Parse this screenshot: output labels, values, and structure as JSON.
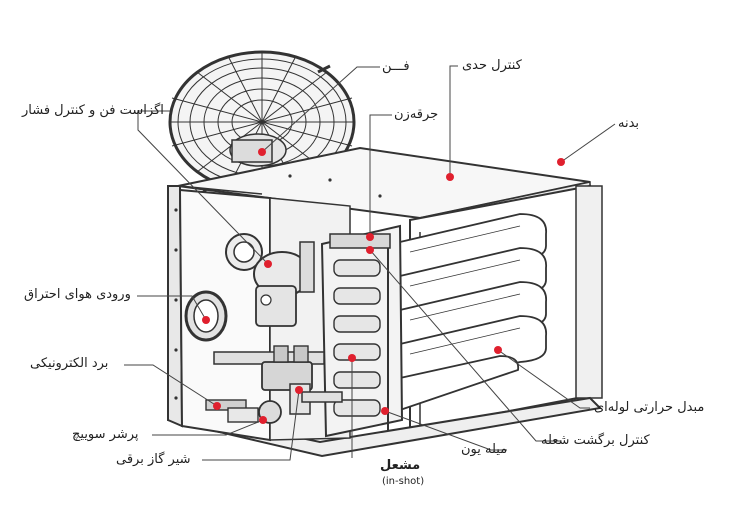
{
  "accent_color": "#e0202e",
  "line_color": "#444444",
  "labels": {
    "fan": "فـــن",
    "limit_control": "کنترل حدی",
    "fan_pressure_control": "اگزاست فن و کنترل فشار",
    "igniter": "جرقه‌زن",
    "body": "بدنه",
    "combustion_air_inlet": "ورودی هوای احتراق",
    "electronic_board": "برد الکترونیکی",
    "pressure_switch": "پرشر سوییچ",
    "gas_valve": "شیر گاز برقی",
    "burner": "مشعل",
    "burner_sub": "(in-shot)",
    "ion_rod": "میله یون",
    "flame_rollout_control": "کنترل برگشت شعله",
    "tube_heat_exchanger": "مبدل حرارتی لوله‌ای"
  }
}
